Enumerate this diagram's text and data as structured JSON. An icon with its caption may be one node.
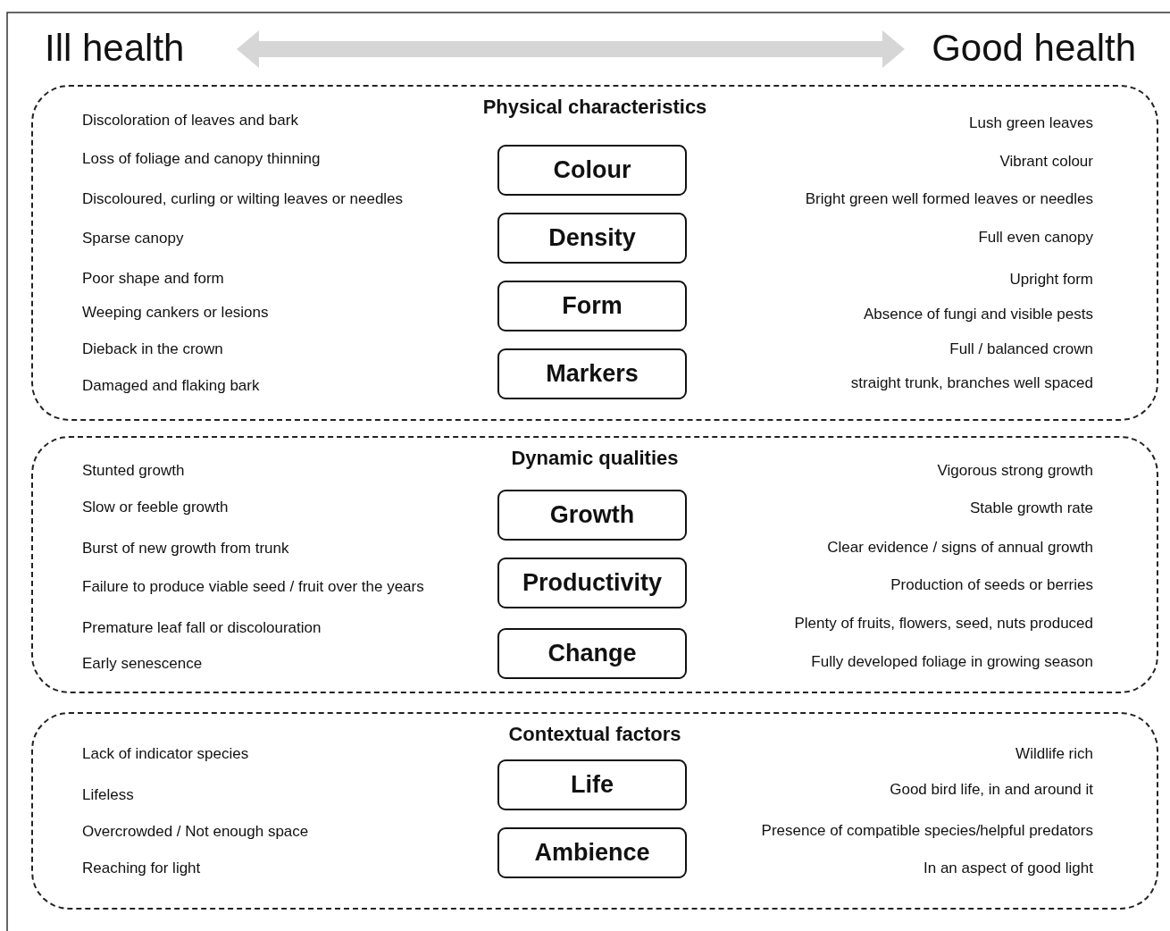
{
  "diagram": {
    "nodes": [
      {
        "text": [
          "Physical characteristics"
        ]
      },
      {
        "text": [
          "Colour"
        ],
        "in": 0
      },
      {
        "text": [
          "Density"
        ],
        "in": 0
      },
      {
        "text": [
          "Form"
        ],
        "in": 0
      },
      {
        "text": [
          "Markers"
        ],
        "in": 0
      },
      {
        "text": [
          "Dynamic qualities"
        ]
      },
      {
        "text": [
          "Growth"
        ],
        "in": 5
      },
      {
        "text": [
          "Productivity"
        ],
        "in": 5
      },
      {
        "text": [
          "Change"
        ],
        "in": 5
      },
      {
        "text": [
          "Contextual factors"
        ]
      },
      {
        "text": [
          "Life"
        ],
        "in": 9
      },
      {
        "text": [
          "Ambience"
        ],
        "in": 9
      }
    ],
    "edges": [],
    "labels": [
      "Ill health",
      "Good health",
      "Discoloration of leaves and bark",
      "Lush green leaves",
      "Loss of foliage and canopy thinning",
      "Vibrant colour",
      "Discoloured, curling or wilting leaves or needles",
      "Bright green well formed leaves or needles",
      "Sparse canopy",
      "Full even canopy",
      "Poor shape and form",
      "Upright form",
      "Weeping cankers or lesions",
      "Absence of fungi and visible pests",
      "Dieback in the crown",
      "Full / balanced crown",
      "Damaged and flaking bark",
      "straight trunk, branches well spaced",
      "Stunted growth",
      "Vigorous strong growth",
      "Slow or feeble growth",
      "Stable growth rate",
      "Burst of new growth from trunk",
      "Clear evidence / signs of annual growth",
      "Failure to produce viable seed / fruit over the years",
      "Production of seeds or berries",
      "Premature leaf fall or discolouration",
      "Plenty of fruits, flowers, seed, nuts produced",
      "Early senescence",
      "Fully developed foliage in growing season",
      "Lack of indicator species",
      "Wildlife rich",
      "Lifeless",
      "Good bird life, in and around it",
      "Overcrowded / Not enough space",
      "Presence of compatible species/helpful predators",
      "Reaching for light",
      "In an aspect of good light"
    ]
  }
}
